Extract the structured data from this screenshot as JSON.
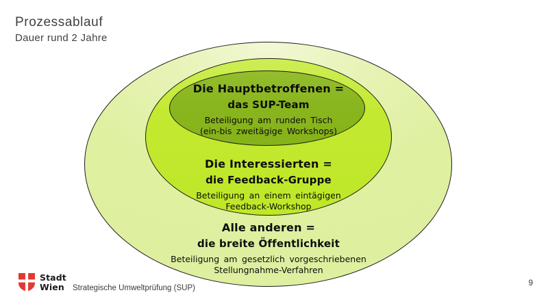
{
  "header": {
    "title": "Prozessablauf",
    "subtitle": "Dauer rund 2 Jahre"
  },
  "diagram": {
    "outer_ring": {
      "heading_line1": "Alle anderen =",
      "heading_line2": "die breite Öffentlichkeit",
      "body_line1": "Beteiligung am gesetzlich vorgeschriebenen",
      "body_line2": "Stellungnahme-Verfahren",
      "fill_color": "#dff0a0"
    },
    "middle_ring": {
      "heading_line1": "Die Interessierten =",
      "heading_line2": "die Feedback-Gruppe",
      "body_line1": "Beteiligung an einem eintägigen",
      "body_line2": "Feedback-Workshop",
      "fill_color": "#c2e92e"
    },
    "inner_ring": {
      "heading_line1": "Die Hauptbetroffenen =",
      "heading_line2": "das SUP-Team",
      "body_line1": "Beteiligung am runden Tisch",
      "body_line2": "(ein-bis zweitägige Workshops)",
      "fill_color": "#89b51e"
    },
    "border_color": "#1b1b1b"
  },
  "footer": {
    "logo": {
      "line1": "Stadt",
      "line2": "Wien",
      "shield_color": "#e2382f"
    },
    "text": "Strategische Umweltprüfung (SUP)",
    "page_number": "9"
  }
}
